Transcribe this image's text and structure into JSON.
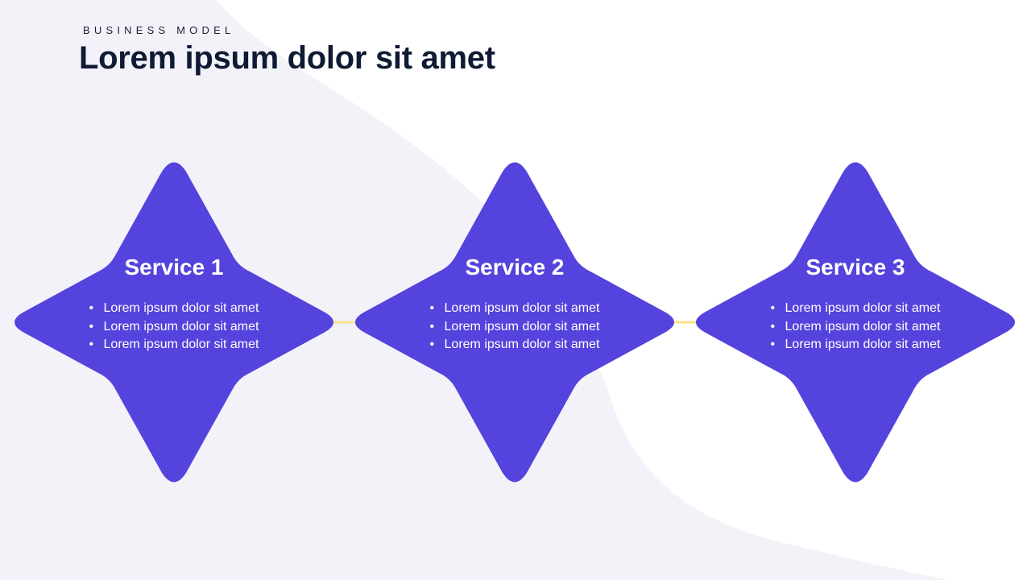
{
  "header": {
    "eyebrow": "BUSINESS MODEL",
    "title": "Lorem ipsum dolor sit amet"
  },
  "colors": {
    "shape": "#5443dc",
    "connector": "#f7e38a",
    "background_blob": "#f3f2f9",
    "text_dark": "#0f1a33"
  },
  "services": [
    {
      "title": "Service 1",
      "bullets": [
        "Lorem ipsum dolor sit amet",
        "Lorem ipsum dolor sit amet",
        "Lorem ipsum dolor sit amet"
      ]
    },
    {
      "title": "Service 2",
      "bullets": [
        "Lorem ipsum dolor sit amet",
        "Lorem ipsum dolor sit amet",
        "Lorem ipsum dolor sit amet"
      ]
    },
    {
      "title": "Service 3",
      "bullets": [
        "Lorem ipsum dolor sit amet",
        "Lorem ipsum dolor sit amet",
        "Lorem ipsum dolor sit amet"
      ]
    }
  ]
}
